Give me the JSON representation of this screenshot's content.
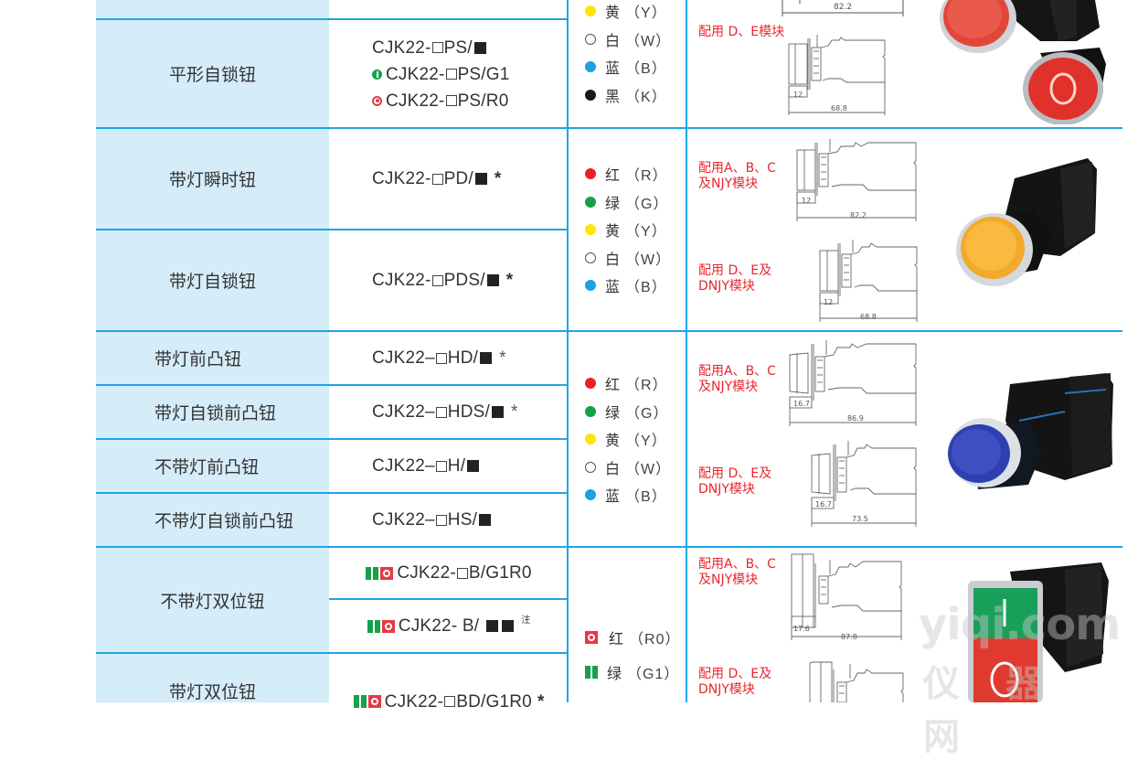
{
  "theme": {
    "line_color": "#1ea5e6",
    "name_column_bg": "#d5ecf9",
    "note_color": "#e8262f"
  },
  "rows": [
    {
      "name": "平形自锁钮",
      "models": [
        {
          "prefix_icons": [],
          "text": "CJK22-",
          "suffix": "PS/",
          "trail": "square"
        },
        {
          "prefix_icons": [
            "green-dot"
          ],
          "text": "CJK22-",
          "suffix": "PS/G1"
        },
        {
          "prefix_icons": [
            "red-ring-dot"
          ],
          "text": "CJK22-",
          "suffix": "PS/R0"
        }
      ]
    },
    {
      "name": "带灯瞬时钮",
      "model": {
        "text": "CJK22-",
        "suffix": "PD/",
        "star": "*"
      }
    },
    {
      "name": "带灯自锁钮",
      "model": {
        "text": "CJK22-",
        "suffix": "PDS/",
        "star": "*"
      }
    },
    {
      "name": "带灯前凸钮",
      "model": {
        "text": "CJK22–",
        "suffix": "HD/",
        "star": "*"
      }
    },
    {
      "name": "带灯自锁前凸钮",
      "model": {
        "text": "CJK22–",
        "suffix": "HDS/",
        "star": "*"
      }
    },
    {
      "name": "不带灯前凸钮",
      "model": {
        "text": "CJK22–",
        "suffix": "H/"
      }
    },
    {
      "name": "不带灯自锁前凸钮",
      "model": {
        "text": "CJK22–",
        "suffix": "HS/"
      }
    },
    {
      "name": "不带灯双位钮",
      "models": [
        {
          "text": "CJK22-",
          "suffix": "B/G1R0"
        },
        {
          "text": "CJK22- B/",
          "note_sup": "注"
        }
      ]
    },
    {
      "name": "带灯双位钮",
      "model": {
        "text": "CJK22-",
        "suffix": "BD/G1R0",
        "star": "*"
      }
    }
  ],
  "color_groups": {
    "group1": [
      {
        "name": "黄",
        "code": "（Y）",
        "color": "#ffe600"
      },
      {
        "name": "白",
        "code": "（W）",
        "color": "#ffffff"
      },
      {
        "name": "蓝",
        "code": "（B）",
        "color": "#1ba1e6"
      },
      {
        "name": "黑",
        "code": "（K）",
        "color": "#1a1a1a"
      }
    ],
    "group2": [
      {
        "name": "红",
        "code": "（R）",
        "color": "#e8202a"
      },
      {
        "name": "绿",
        "code": "（G）",
        "color": "#14a04a"
      },
      {
        "name": "黄",
        "code": "（Y）",
        "color": "#ffe600"
      },
      {
        "name": "白",
        "code": "（W）",
        "color": "#ffffff"
      },
      {
        "name": "蓝",
        "code": "（B）",
        "color": "#1ba1e6"
      }
    ],
    "group3": [
      {
        "name": "红",
        "code": "（R）",
        "color": "#e8202a"
      },
      {
        "name": "绿",
        "code": "（G）",
        "color": "#14a04a"
      },
      {
        "name": "黄",
        "code": "（Y）",
        "color": "#ffe600"
      },
      {
        "name": "白",
        "code": "（W）",
        "color": "#ffffff"
      },
      {
        "name": "蓝",
        "code": "（B）",
        "color": "#1ba1e6"
      }
    ],
    "group4": [
      {
        "name": "红",
        "code": "（R0）",
        "icon": "red-square-ring"
      },
      {
        "name": "绿",
        "code": "（G1）",
        "icon": "green-square-bar"
      }
    ]
  },
  "notes": {
    "de_module": "配用 D、E模块",
    "abc_line1": "配用A、B、C",
    "abc_line2": "及NJY模块",
    "de_line1": "配用 D、E及",
    "de_line2": "DNJY模块"
  },
  "dimensions": {
    "top_total": "82.2",
    "flat_depth": "12",
    "flat_de_total": "68.8",
    "lit_abc_depth": "12",
    "lit_abc_total": "82.2",
    "lit_de_depth": "12",
    "lit_de_total": "68.8",
    "proj_abc_depth": "16.7",
    "proj_abc_total": "86.9",
    "proj_de_depth": "16.7",
    "proj_de_total": "73.5",
    "dual_abc_depth": "17.6",
    "dual_abc_total": "87.8"
  },
  "watermark": {
    "line1": "yiqi.com",
    "line2": "仪 器 网"
  }
}
